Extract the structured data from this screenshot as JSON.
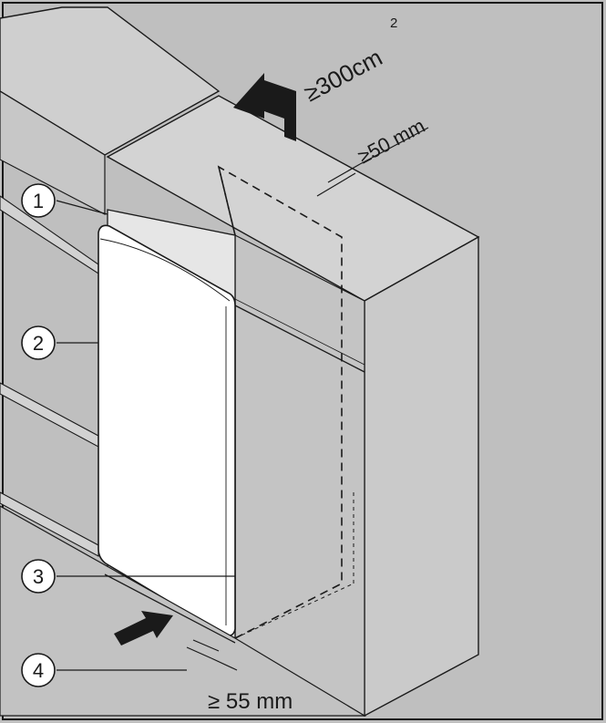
{
  "callouts": [
    {
      "number": "1"
    },
    {
      "number": "2"
    },
    {
      "number": "3"
    },
    {
      "number": "4"
    }
  ],
  "dimensions": {
    "vent_area": "≥300cm",
    "vent_area_exponent": "2",
    "top_gap": "≥50 mm",
    "plinth_gap": "≥ 55 mm"
  },
  "colors": {
    "background": "#bfbfbf",
    "cabinet_face": "#d6d6d6",
    "fridge_front": "#ffffff",
    "line": "#1a1a1a",
    "arrow": "#1a1a1a"
  }
}
